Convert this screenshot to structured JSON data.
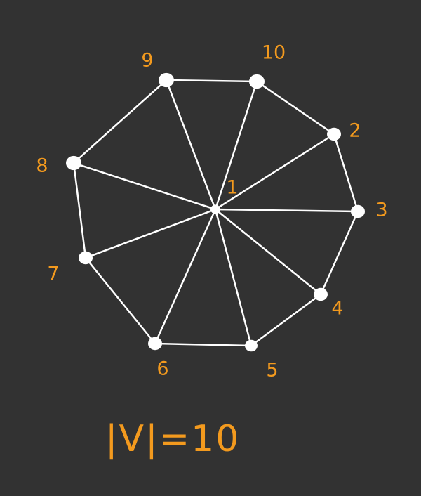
{
  "background_color": "#323232",
  "edge_color": "#FFFFFF",
  "label_color": "#F39A1E",
  "graph": {
    "vertices": [
      {
        "id": "1",
        "label": "1"
      },
      {
        "id": "2",
        "label": "2"
      },
      {
        "id": "3",
        "label": "3"
      },
      {
        "id": "4",
        "label": "4"
      },
      {
        "id": "5",
        "label": "5"
      },
      {
        "id": "6",
        "label": "6"
      },
      {
        "id": "7",
        "label": "7"
      },
      {
        "id": "8",
        "label": "8"
      },
      {
        "id": "9",
        "label": "9"
      },
      {
        "id": "10",
        "label": "10"
      }
    ],
    "edges": [
      [
        "9",
        "10"
      ],
      [
        "10",
        "2"
      ],
      [
        "2",
        "3"
      ],
      [
        "3",
        "4"
      ],
      [
        "4",
        "5"
      ],
      [
        "5",
        "6"
      ],
      [
        "6",
        "7"
      ],
      [
        "7",
        "8"
      ],
      [
        "8",
        "9"
      ],
      [
        "1",
        "2"
      ],
      [
        "1",
        "3"
      ],
      [
        "1",
        "4"
      ],
      [
        "1",
        "5"
      ],
      [
        "1",
        "6"
      ],
      [
        "1",
        "7"
      ],
      [
        "1",
        "8"
      ],
      [
        "1",
        "9"
      ],
      [
        "1",
        "10"
      ]
    ]
  },
  "caption": "|V|=10"
}
